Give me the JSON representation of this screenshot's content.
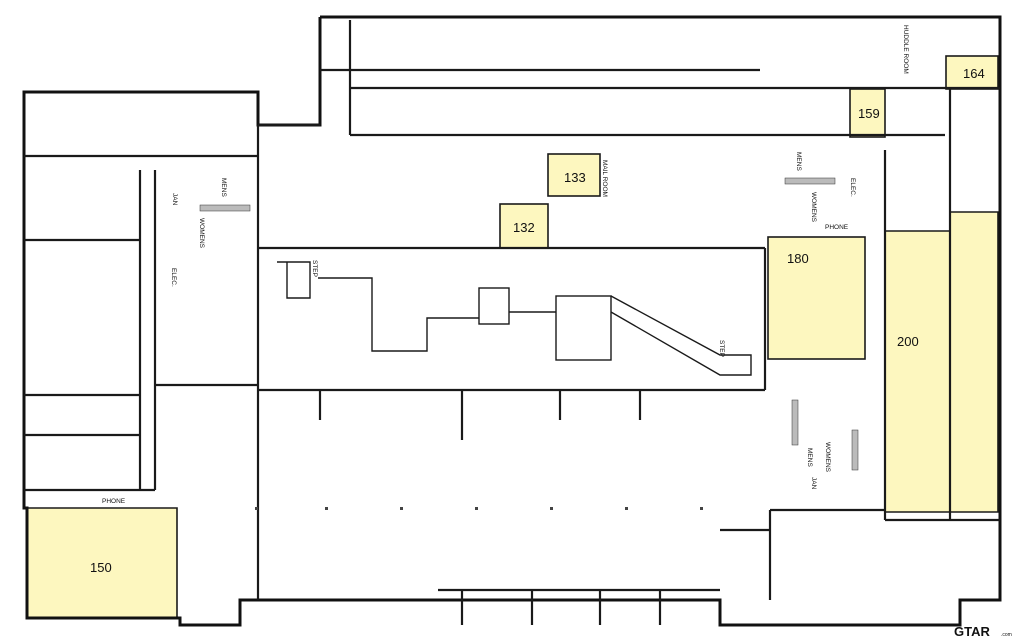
{
  "suites": {
    "s150": "150",
    "s132": "132",
    "s133": "133",
    "s159": "159",
    "s164": "164",
    "s180": "180",
    "s200": "200"
  },
  "rooms": {
    "huddle": "HUDDLE ROOM",
    "mail": "MAIL ROOM",
    "phone_left": "PHONE",
    "phone_right": "PHONE",
    "elec_left": "ELEC.",
    "elec_right": "ELEC.",
    "mens_left": "MENS",
    "womens_left": "WOMENS",
    "jan_left": "JAN",
    "mens_top_right": "MENS",
    "womens_top_right": "WOMENS",
    "mens_bottom_right": "MENS",
    "womens_bottom_right": "WOMENS",
    "jan_bottom_right": "JAN",
    "step_left": "STEP",
    "step_right": "STEP"
  },
  "brand": {
    "name": "GTAR",
    "domain": ".com"
  },
  "colors": {
    "suite_fill": "#fdf7bf",
    "wall": "#1a1a1a",
    "background": "#ffffff"
  }
}
